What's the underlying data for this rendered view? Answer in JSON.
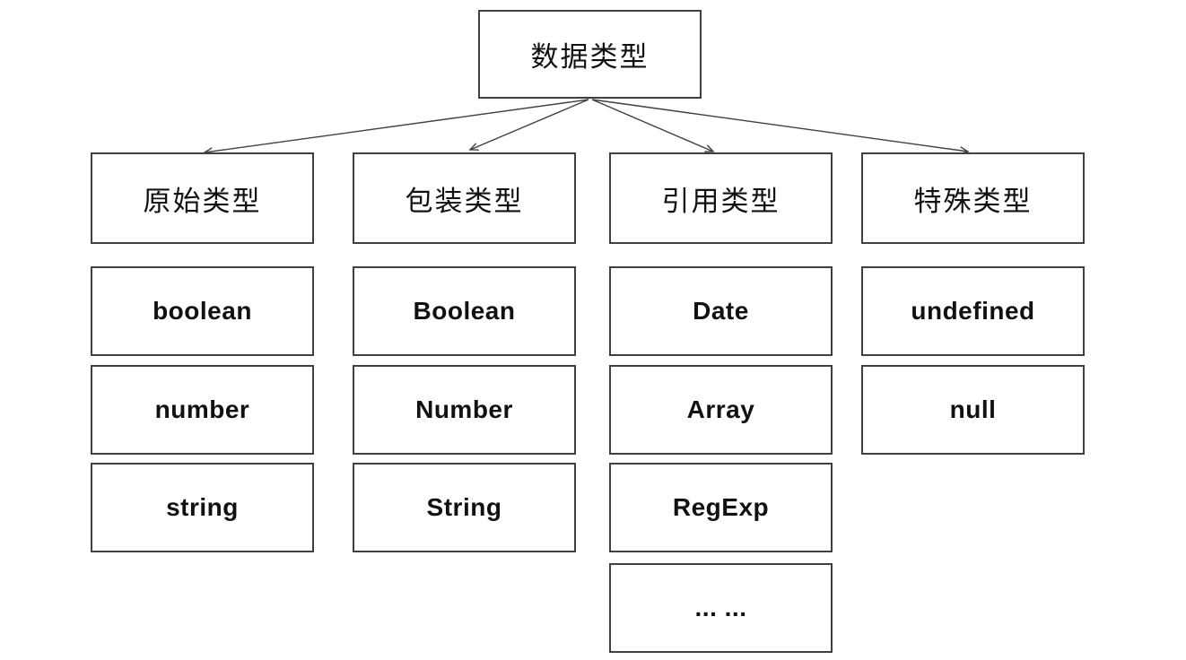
{
  "diagram": {
    "root": {
      "label": "数据类型"
    },
    "categories": [
      {
        "key": "primitive",
        "label": "原始类型",
        "items": [
          "boolean",
          "number",
          "string"
        ]
      },
      {
        "key": "wrapper",
        "label": "包装类型",
        "items": [
          "Boolean",
          "Number",
          "String"
        ]
      },
      {
        "key": "reference",
        "label": "引用类型",
        "items": [
          "Date",
          "Array",
          "RegExp",
          "... ..."
        ]
      },
      {
        "key": "special",
        "label": "特殊类型",
        "items": [
          "undefined",
          "null"
        ]
      }
    ],
    "colors": {
      "background": "#ffffff",
      "border": "#404040",
      "arrow": "#404040",
      "text": "#111111"
    }
  }
}
